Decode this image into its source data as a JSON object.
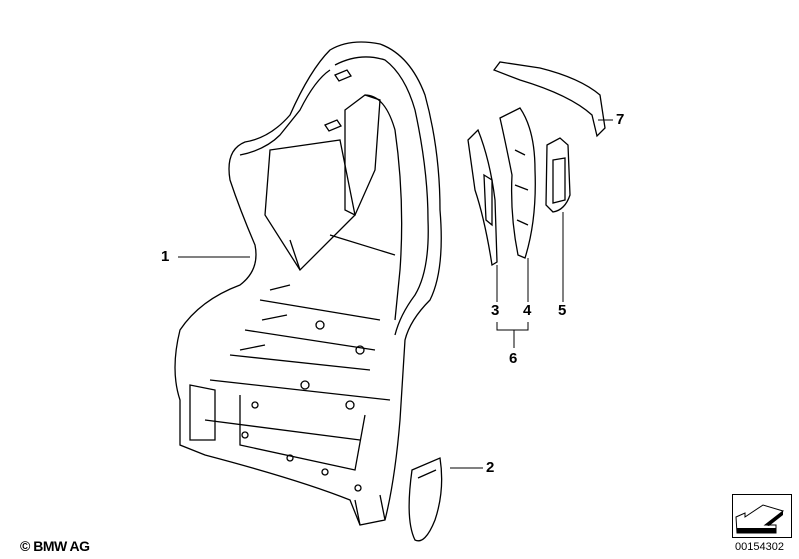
{
  "callouts": {
    "seat_frame": "1",
    "lower_cover": "2",
    "side_trim_left": "3",
    "side_trim_right": "4",
    "insert": "5",
    "trim_set": "6",
    "upper_trim": "7"
  },
  "footer": {
    "copyright": "© BMW AG",
    "diagram_number": "00154302"
  }
}
